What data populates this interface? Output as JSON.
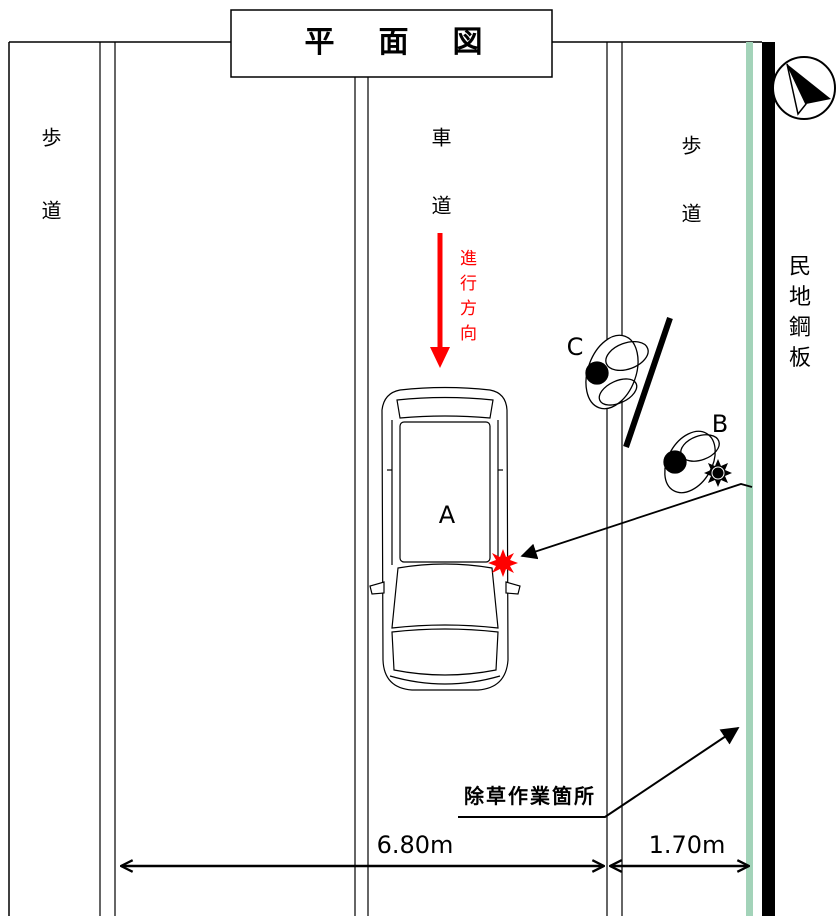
{
  "title": "平　面　図",
  "labels": {
    "sidewalk_left": "歩道",
    "roadway": "車道",
    "sidewalk_right": "歩道",
    "private_land_steel_plate": "民地鋼板",
    "direction_of_travel": "進行方向",
    "vehicle": "A",
    "person_b": "B",
    "person_c": "C",
    "weeding_area": "除草作業箇所"
  },
  "dimensions": {
    "roadway_width": "6.80m",
    "sidewalk_width": "1.70m"
  },
  "colors": {
    "direction_arrow": "#ff0000",
    "impact_mark": "#ff0000",
    "boundary_strip": "#a3d3b9",
    "steel_plate": "#000000"
  },
  "icons": {
    "compass": "north-arrow-icon"
  }
}
